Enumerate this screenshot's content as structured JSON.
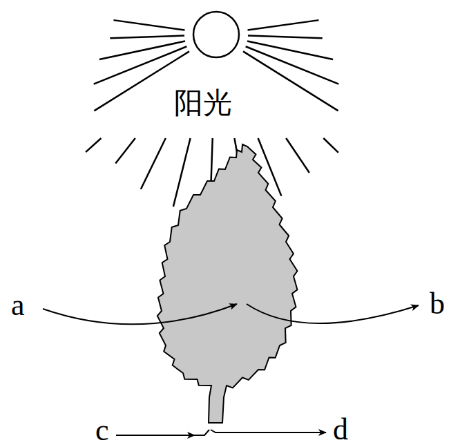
{
  "diagram": {
    "labels": [
      "阳光",
      "a",
      "b",
      "c",
      "d"
    ]
  }
}
